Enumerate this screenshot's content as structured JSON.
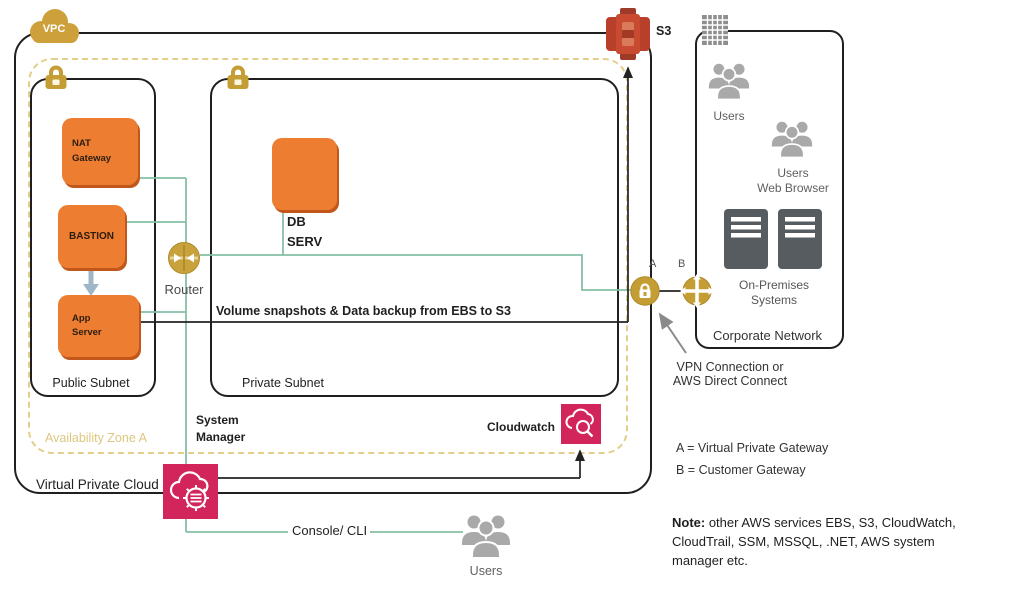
{
  "colors": {
    "node_orange": "#ED7D31",
    "node_orange_shadow": "#C2571B",
    "gold": "#C49E35",
    "az_dash": "#E3CF8A",
    "magenta": "#D2255B",
    "teal_line": "#86BFA5",
    "s3_red": "#B8402B"
  },
  "vpc": {
    "cloud_label": "VPC",
    "footer_label": "Virtual Private Cloud"
  },
  "availability_zone": {
    "label": "Availability Zone A"
  },
  "public_subnet": {
    "label": "Public Subnet",
    "nat_gateway": "NAT\nGateway",
    "bastion": "BASTION",
    "app_server": "App\nServer"
  },
  "private_subnet": {
    "label": "Private Subnet",
    "db_server": "DB\nSERV"
  },
  "router": {
    "label": "Router"
  },
  "s3": {
    "label": "S3"
  },
  "backup_flow": {
    "label": "Volume snapshots & Data backup from EBS to S3"
  },
  "system_manager": {
    "label": "System\nManager"
  },
  "cloudwatch": {
    "label": "Cloudwatch"
  },
  "console": {
    "label": "Console/ CLI"
  },
  "bottom_users": {
    "label": "Users"
  },
  "corporate_network": {
    "label": "Corporate Network",
    "users": "Users",
    "users_web_browser": "Users\nWeb Browser",
    "on_premises": "On-Premises\nSystems"
  },
  "gateways": {
    "a_letter": "A",
    "b_letter": "B",
    "vpn_label": "VPN Connection or\nAWS Direct Connect",
    "legend_a": "A = Virtual Private Gateway",
    "legend_b": "B = Customer Gateway"
  },
  "note": {
    "prefix": "Note:",
    "body": " other AWS services EBS, S3, CloudWatch,\nCloudTrail, SSM, MSSQL, .NET, AWS system\nmanager etc."
  }
}
